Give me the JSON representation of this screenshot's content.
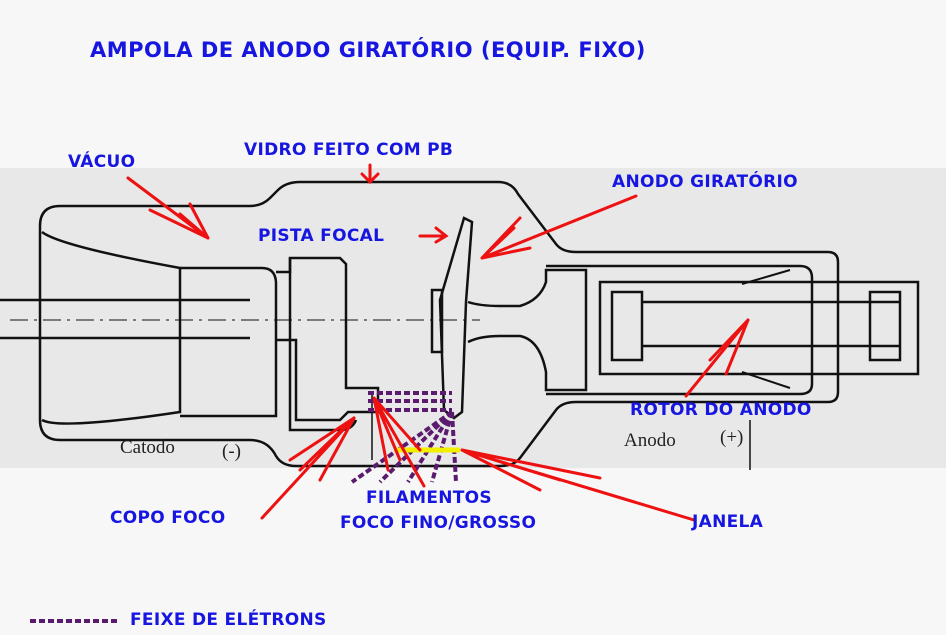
{
  "title": "AMPOLA DE ANODO GIRATÓRIO (EQUIP. FIXO)",
  "labels": {
    "vacuo": "VÁCUO",
    "vidro": "VIDRO FEITO COM PB",
    "anodo_giratorio": "ANODO GIRATÓRIO",
    "pista_focal": "PISTA FOCAL",
    "rotor": "ROTOR DO ANODO",
    "copo_foco": "COPO FOCO",
    "filamentos": "FILAMENTOS",
    "foco": "FOCO FINO/GROSSO",
    "janela": "JANELA",
    "catodo": "Catodo",
    "catodo_sign": "(-)",
    "anodo": "Anodo",
    "anodo_sign": "(+)"
  },
  "legend": {
    "label": "FEIXE DE ELÉTRONS"
  },
  "colors": {
    "label": "#1616e0",
    "arrow": "#ee1111",
    "beam": "#5a1a6e",
    "window": "#f0f000",
    "line": "#111111"
  }
}
